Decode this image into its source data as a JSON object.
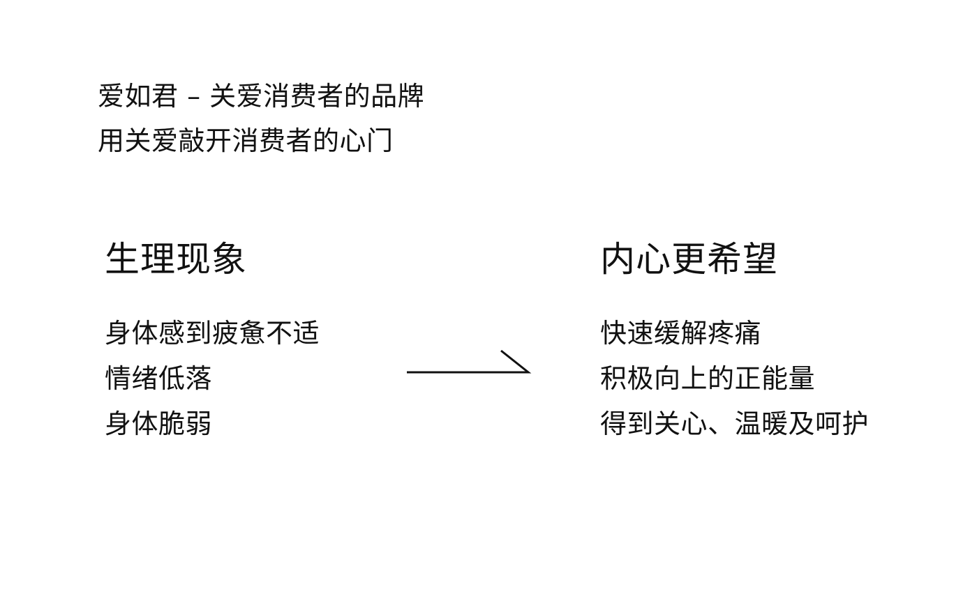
{
  "intro": {
    "line1": "爱如君 – 关爱消费者的品牌",
    "line2": "用关爱敲开消费者的心门"
  },
  "left": {
    "heading": "生理现象",
    "items": [
      "身体感到疲惫不适",
      "情绪低落",
      "身体脆弱"
    ]
  },
  "right": {
    "heading": "内心更希望",
    "items": [
      "快速缓解疼痛",
      "积极向上的正能量",
      "得到关心、温暖及呵护"
    ]
  },
  "arrow_icon": "arrow-right-icon"
}
